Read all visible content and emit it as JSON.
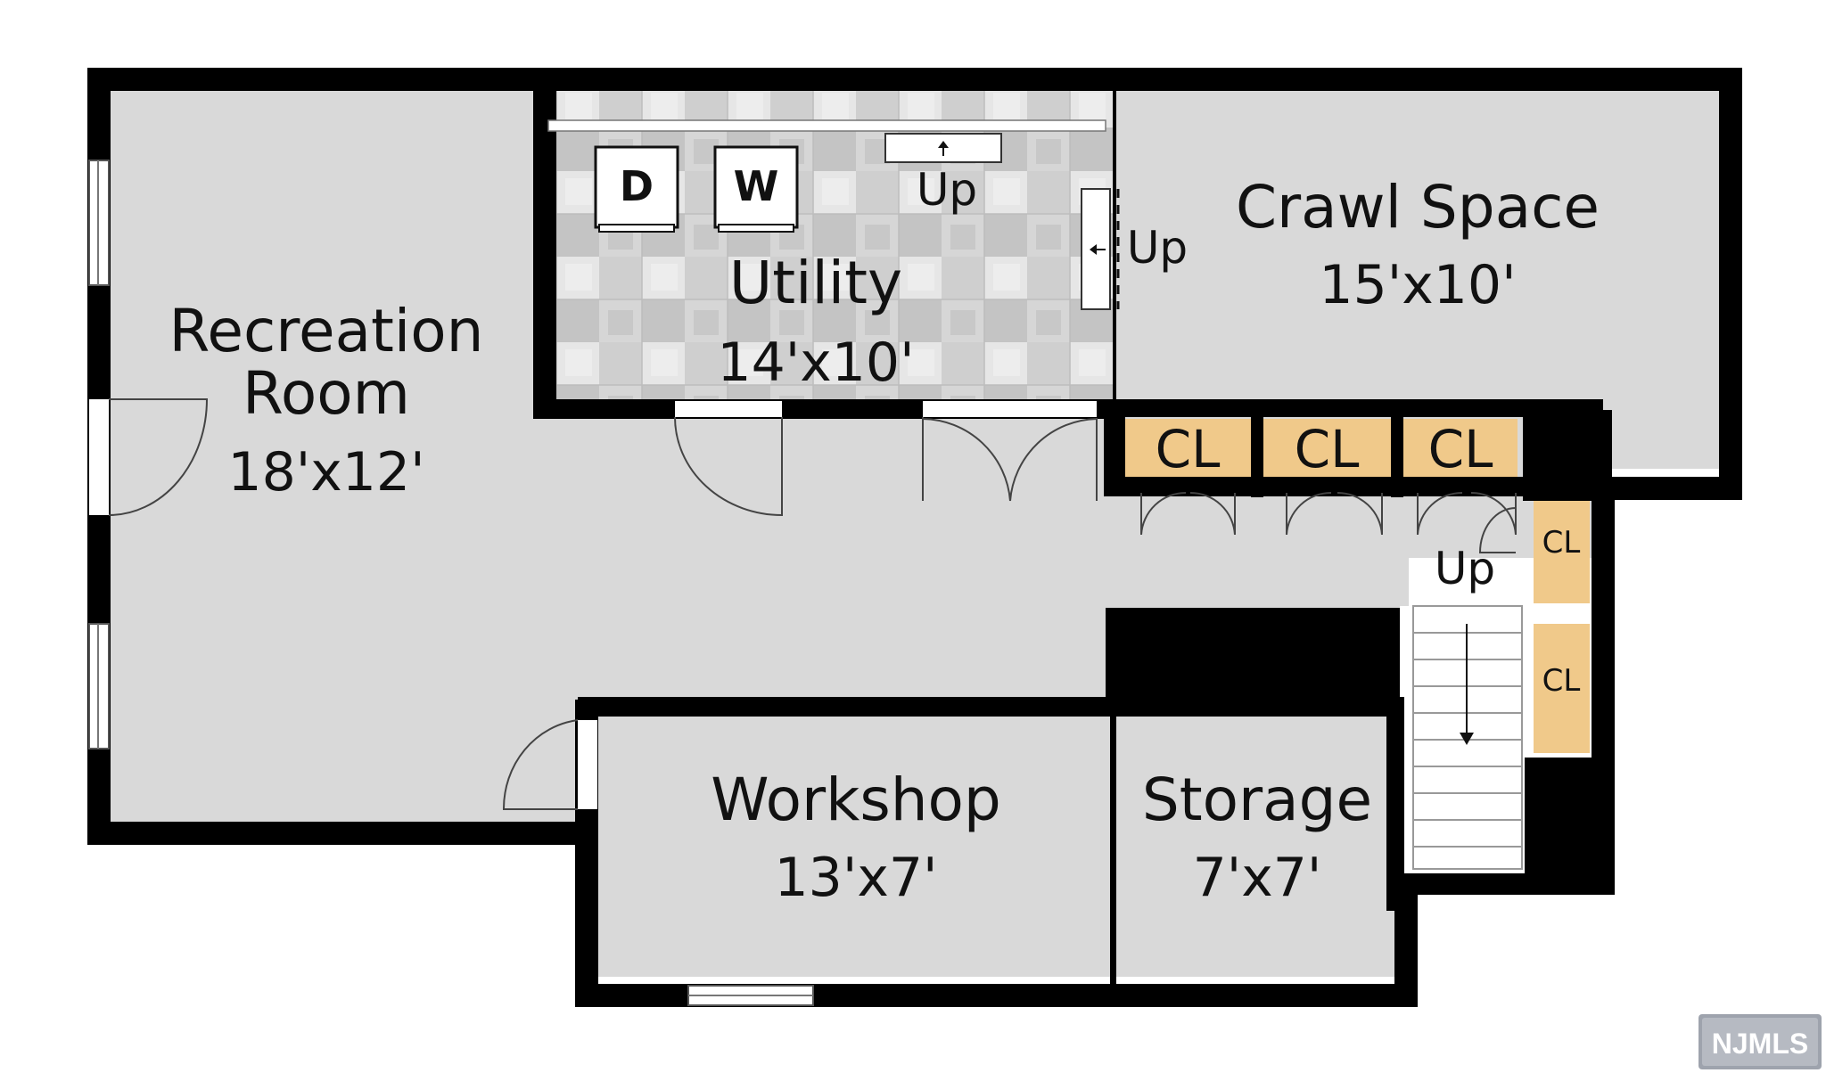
{
  "rooms": {
    "recreation": {
      "name_line1": "Recreation",
      "name_line2": "Room",
      "dims": "18'x12'"
    },
    "utility": {
      "name": "Utility",
      "dims": "14'x10'"
    },
    "crawl_space": {
      "name": "Crawl Space",
      "dims": "15'x10'"
    },
    "workshop": {
      "name": "Workshop",
      "dims": "13'x7'"
    },
    "storage": {
      "name": "Storage",
      "dims": "7'x7'"
    }
  },
  "appliances": {
    "dryer": "D",
    "washer": "W"
  },
  "closets": {
    "label": "CL"
  },
  "stairs": {
    "label": "Up"
  },
  "watermark": "NJMLS",
  "colors": {
    "wall": "#000000",
    "floor": "#d9d9d9",
    "closet": "#f0c98a",
    "tile_light": "#e4e4e4",
    "tile_dark": "#b5b5b5"
  }
}
